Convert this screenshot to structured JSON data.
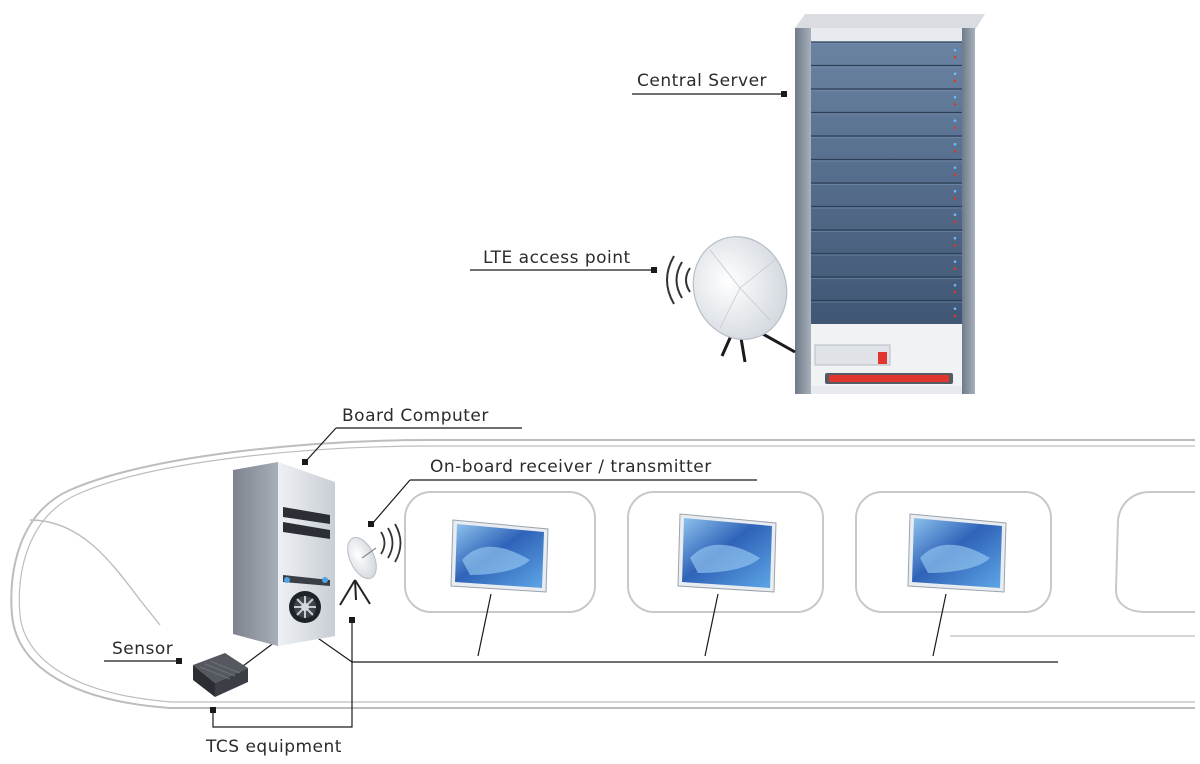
{
  "labels": {
    "central_server": "Central Server",
    "lte_access_point": "LTE access point",
    "board_computer": "Board Computer",
    "onboard_rx_tx": "On-board receiver / transmitter",
    "sensor": "Sensor",
    "tcs_equipment": "TCS equipment"
  },
  "colors": {
    "server_panel": "#4f6784",
    "server_cabinet": "#8c96a3",
    "server_led_bar": "#e0362f",
    "leader_line": "#1a1a1a",
    "train_outline": "#bdbdbd",
    "screen_blue": "#2f63b8"
  },
  "icons": [
    "server-rack-icon",
    "satellite-dish-icon",
    "pc-tower-icon",
    "sensor-box-icon",
    "monitor-icon",
    "train-outline-icon",
    "signal-waves-icon"
  ]
}
